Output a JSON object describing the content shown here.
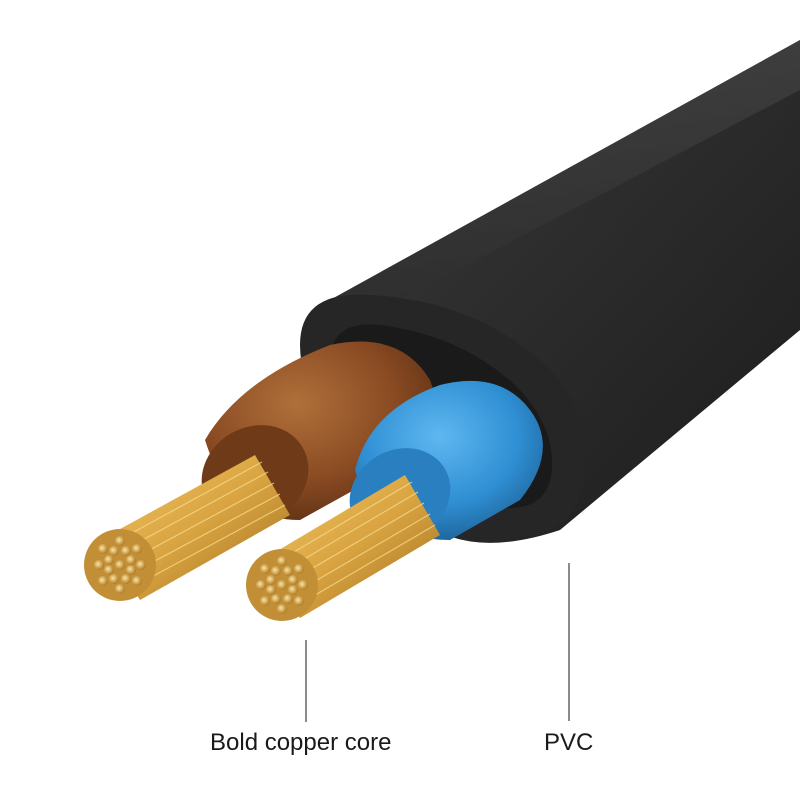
{
  "labels": {
    "copper_core": "Bold copper core",
    "pvc": "PVC"
  },
  "colors": {
    "background": "#ffffff",
    "outer_sheath": "#2a2a2a",
    "brown_insulation": "#8a4b23",
    "blue_insulation": "#2f8fd3",
    "copper": "#d9a441",
    "callout_line": "#8a8a8a"
  },
  "callouts": [
    {
      "name": "callout-copper-core",
      "label_key": "copper_core",
      "points_to": "copper-strand-end"
    },
    {
      "name": "callout-pvc",
      "label_key": "pvc",
      "points_to": "outer-pvc-sheath"
    }
  ]
}
